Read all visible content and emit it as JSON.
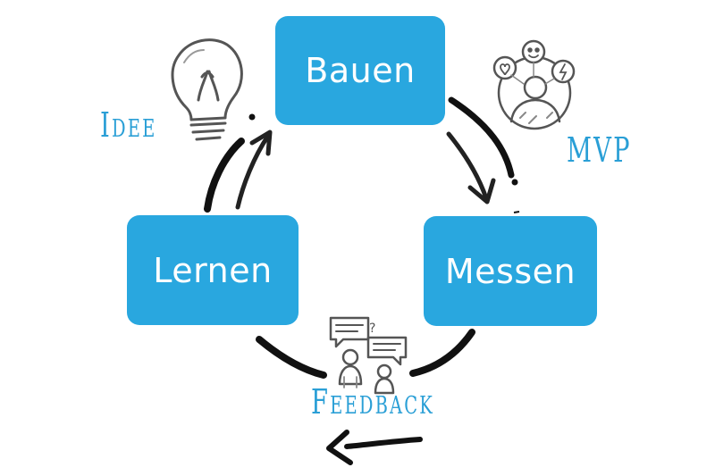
{
  "cycle": {
    "steps": [
      {
        "label": "Bauen"
      },
      {
        "label": "Messen"
      },
      {
        "label": "Lernen"
      }
    ]
  },
  "annotations": {
    "idee": "Idee",
    "mvp": "MVP",
    "feedback": "Feedback"
  },
  "colors": {
    "box_fill": "#29a7df",
    "box_text": "#ffffff",
    "handwriting": "#2a9fd6",
    "stroke": "#111111",
    "sketch": "#555555"
  },
  "icons": [
    "lightbulb-icon",
    "user-network-icon",
    "chat-people-icon"
  ]
}
